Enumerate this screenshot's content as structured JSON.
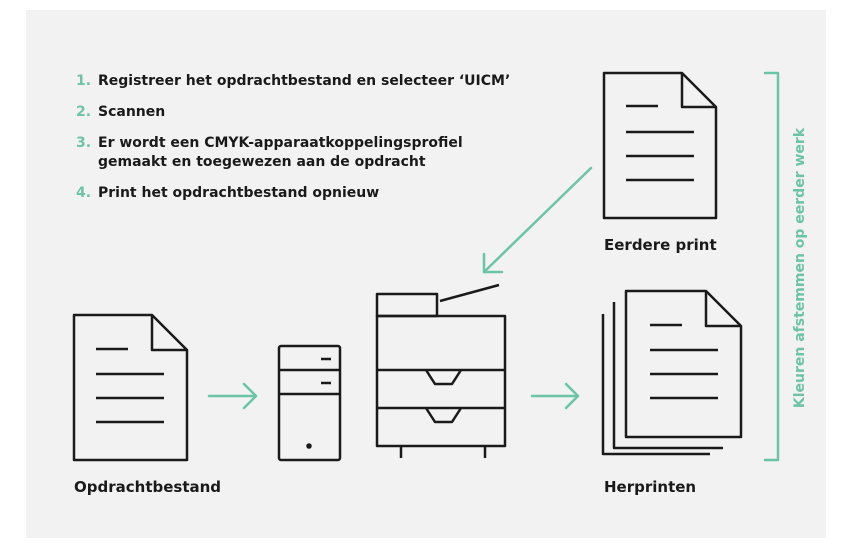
{
  "steps": [
    {
      "num": "1.",
      "text": "Registreer het opdrachtbestand en selecteer ‘UICM’"
    },
    {
      "num": "2.",
      "text": "Scannen"
    },
    {
      "num": "3.",
      "text": "Er wordt een CMYK-apparaatkoppelingsprofiel gemaakt en toegewezen aan de opdracht"
    },
    {
      "num": "4.",
      "text": "Print het opdrachtbestand opnieuw"
    }
  ],
  "labels": {
    "previous_print": "Eerdere print",
    "job_file": "Opdrachtbestand",
    "reprints": "Herprinten",
    "bracket": "Kleuren afstemmen op eerder werk"
  },
  "colors": {
    "accent": "#6cc4a7",
    "ink": "#1a1a1a",
    "panel": "#f2f2f2"
  }
}
